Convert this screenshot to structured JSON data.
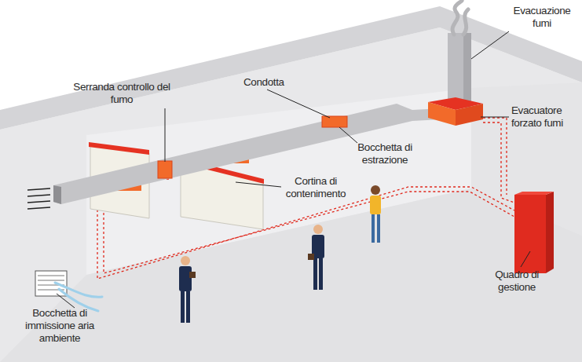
{
  "diagram": {
    "labels": [
      "Evacuazione fumi",
      "Serranda controllo del fumo",
      "Condotta",
      "Evacuatore forzato fumi",
      "Bocchetta di estrazione",
      "Cortina di contenimento",
      "Quadro di gestione",
      "Bocchetta di immissione aria ambiente"
    ]
  }
}
